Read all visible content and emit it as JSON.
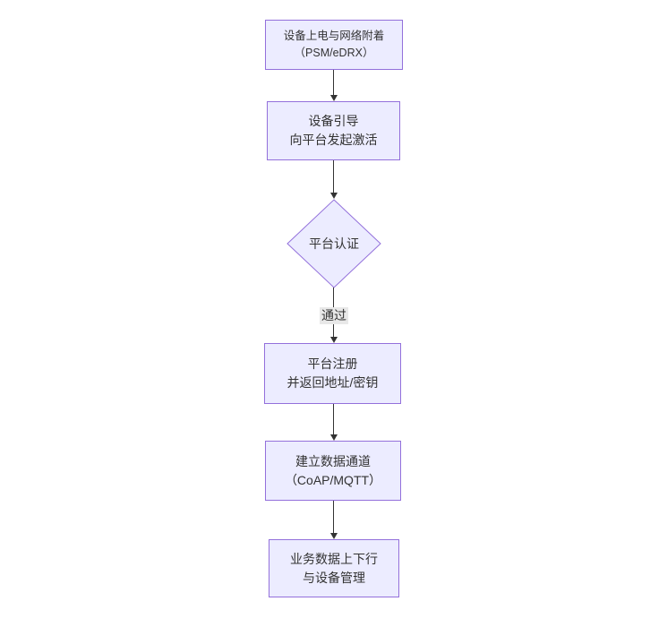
{
  "diagram": {
    "type": "flowchart",
    "direction": "top-down",
    "colors": {
      "node_fill": "#ECECFF",
      "node_border": "#9370DB",
      "text": "#333333",
      "edge_line": "#333333",
      "edge_label_bg": "#e8e8e8",
      "background": "#ffffff"
    },
    "nodes": [
      {
        "id": "n1",
        "shape": "rect",
        "lines": [
          "设备上电与网络附着",
          "（PSM/eDRX）"
        ]
      },
      {
        "id": "n2",
        "shape": "rect",
        "lines": [
          "设备引导",
          "向平台发起激活"
        ]
      },
      {
        "id": "n3",
        "shape": "diamond",
        "lines": [
          "平台认证"
        ]
      },
      {
        "id": "n4",
        "shape": "rect",
        "lines": [
          "平台注册",
          "并返回地址/密钥"
        ]
      },
      {
        "id": "n5",
        "shape": "rect",
        "lines": [
          "建立数据通道",
          "（CoAP/MQTT）"
        ]
      },
      {
        "id": "n6",
        "shape": "rect",
        "lines": [
          "业务数据上下行",
          "与设备管理"
        ]
      }
    ],
    "edges": [
      {
        "from": "n1",
        "to": "n2",
        "label": ""
      },
      {
        "from": "n2",
        "to": "n3",
        "label": ""
      },
      {
        "from": "n3",
        "to": "n4",
        "label": "通过"
      },
      {
        "from": "n4",
        "to": "n5",
        "label": ""
      },
      {
        "from": "n5",
        "to": "n6",
        "label": ""
      }
    ]
  }
}
